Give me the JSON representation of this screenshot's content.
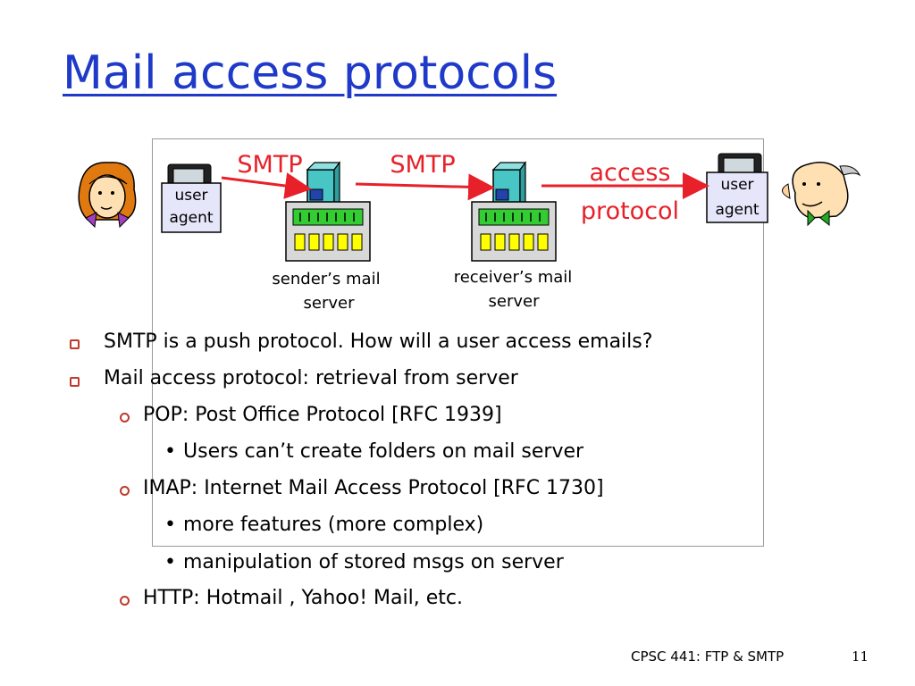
{
  "slide": {
    "title": "Mail access protocols",
    "footer_course": "CPSC 441: FTP & SMTP",
    "page_number": "11"
  },
  "diagram": {
    "left_user_agent": [
      "user",
      "agent"
    ],
    "right_user_agent": [
      "user",
      "agent"
    ],
    "smtp_label_1": "SMTP",
    "smtp_label_2": "SMTP",
    "access_protocol": [
      "access",
      "protocol"
    ],
    "sender_server_label": [
      "sender’s mail",
      "server"
    ],
    "receiver_server_label": [
      "receiver’s mail",
      "server"
    ],
    "colors": {
      "arrow": "#e8202a",
      "label": "#e8202a",
      "user_agent_box": "#e6e6fa",
      "server_green": "#33cc33",
      "server_yellow": "#ffff00",
      "tower": "#48c6c6"
    },
    "icons": [
      "woman-cartoon-icon",
      "man-cartoon-icon",
      "computer-terminal-icon",
      "mail-server-icon"
    ]
  },
  "bullets": [
    {
      "level": 1,
      "text": "SMTP is a push protocol. How will a user access emails?"
    },
    {
      "level": 1,
      "text": "Mail access protocol: retrieval from server"
    },
    {
      "level": 2,
      "text": "POP: Post Office Protocol [RFC 1939]"
    },
    {
      "level": 3,
      "text": "Users can’t create folders on mail server"
    },
    {
      "level": 2,
      "text": "IMAP: Internet Mail Access Protocol [RFC 1730]"
    },
    {
      "level": 3,
      "text": "more features (more complex)"
    },
    {
      "level": 3,
      "text": "manipulation of stored msgs on server"
    },
    {
      "level": 2,
      "text": "HTTP: Hotmail , Yahoo! Mail, etc."
    }
  ],
  "bullet_symbols": {
    "level3": "•"
  }
}
